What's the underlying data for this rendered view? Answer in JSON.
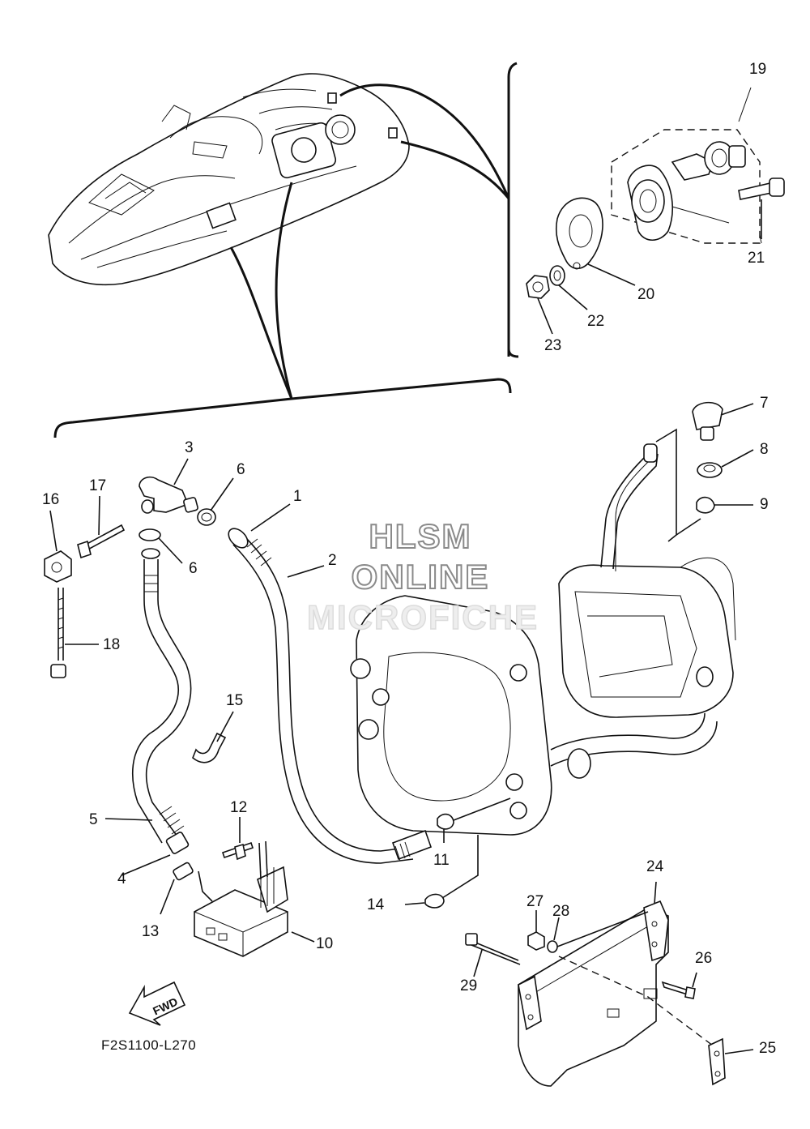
{
  "watermark": {
    "line1": "HLSM",
    "line2": "ONLINE",
    "line3": "MICROFICHE"
  },
  "diagram_code": "F2S1100-L270",
  "fwd_label": "FWD",
  "callouts": {
    "c1": "1",
    "c2": "2",
    "c3": "3",
    "c4": "4",
    "c5": "5",
    "c6a": "6",
    "c6b": "6",
    "c7": "7",
    "c8": "8",
    "c9": "9",
    "c10": "10",
    "c11": "11",
    "c12": "12",
    "c13": "13",
    "c14": "14",
    "c15": "15",
    "c16": "16",
    "c17": "17",
    "c18": "18",
    "c19": "19",
    "c20": "20",
    "c21": "21",
    "c22": "22",
    "c23": "23",
    "c24": "24",
    "c25": "25",
    "c26": "26",
    "c27": "27",
    "c28": "28",
    "c29": "29"
  }
}
